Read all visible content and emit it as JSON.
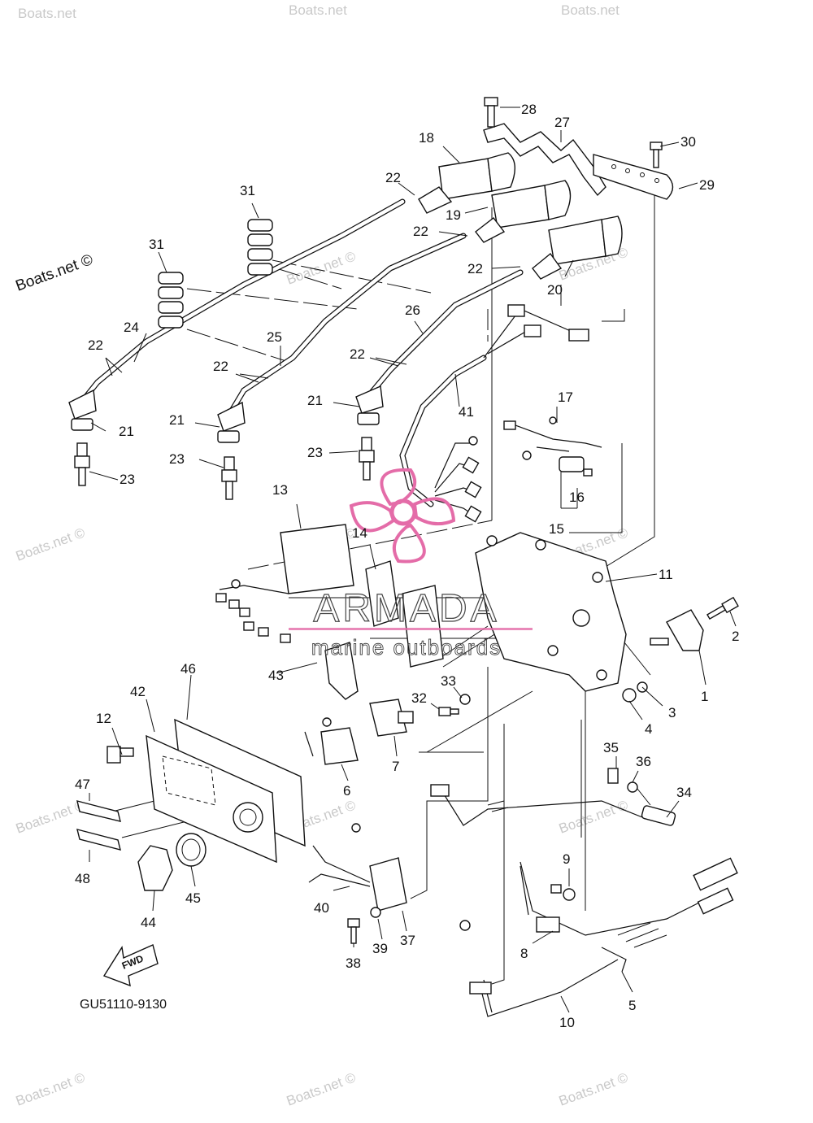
{
  "watermarks": {
    "site": "Boats.net",
    "site_copyright": "Boats.net ©",
    "brand_name": "ARMADA",
    "brand_tagline": "marine outboards"
  },
  "diagram_code": "GU51110-9130",
  "fwd_label": "FWD",
  "colors": {
    "line": "#111111",
    "brand_pink": "#e46ca8",
    "watermark_gray": "#c9c9c9"
  },
  "callouts": [
    {
      "id": "c1",
      "text": "1"
    },
    {
      "id": "c2",
      "text": "2"
    },
    {
      "id": "c3",
      "text": "3"
    },
    {
      "id": "c4",
      "text": "4"
    },
    {
      "id": "c5",
      "text": "5"
    },
    {
      "id": "c6",
      "text": "6"
    },
    {
      "id": "c7",
      "text": "7"
    },
    {
      "id": "c8",
      "text": "8"
    },
    {
      "id": "c9",
      "text": "9"
    },
    {
      "id": "c10",
      "text": "10"
    },
    {
      "id": "c11",
      "text": "11"
    },
    {
      "id": "c12",
      "text": "12"
    },
    {
      "id": "c13",
      "text": "13"
    },
    {
      "id": "c14",
      "text": "14"
    },
    {
      "id": "c15",
      "text": "15"
    },
    {
      "id": "c16",
      "text": "16"
    },
    {
      "id": "c17",
      "text": "17"
    },
    {
      "id": "c18",
      "text": "18"
    },
    {
      "id": "c19",
      "text": "19"
    },
    {
      "id": "c20",
      "text": "20"
    },
    {
      "id": "c21a",
      "text": "21"
    },
    {
      "id": "c21b",
      "text": "21"
    },
    {
      "id": "c21c",
      "text": "21"
    },
    {
      "id": "c22a",
      "text": "22"
    },
    {
      "id": "c22b",
      "text": "22"
    },
    {
      "id": "c22c",
      "text": "22"
    },
    {
      "id": "c22d",
      "text": "22"
    },
    {
      "id": "c22e",
      "text": "22"
    },
    {
      "id": "c22f",
      "text": "22"
    },
    {
      "id": "c23a",
      "text": "23"
    },
    {
      "id": "c23b",
      "text": "23"
    },
    {
      "id": "c23c",
      "text": "23"
    },
    {
      "id": "c24",
      "text": "24"
    },
    {
      "id": "c25",
      "text": "25"
    },
    {
      "id": "c26",
      "text": "26"
    },
    {
      "id": "c27",
      "text": "27"
    },
    {
      "id": "c28",
      "text": "28"
    },
    {
      "id": "c29",
      "text": "29"
    },
    {
      "id": "c30",
      "text": "30"
    },
    {
      "id": "c31a",
      "text": "31"
    },
    {
      "id": "c31b",
      "text": "31"
    },
    {
      "id": "c32",
      "text": "32"
    },
    {
      "id": "c33",
      "text": "33"
    },
    {
      "id": "c34",
      "text": "34"
    },
    {
      "id": "c35",
      "text": "35"
    },
    {
      "id": "c36",
      "text": "36"
    },
    {
      "id": "c37",
      "text": "37"
    },
    {
      "id": "c38",
      "text": "38"
    },
    {
      "id": "c39",
      "text": "39"
    },
    {
      "id": "c40",
      "text": "40"
    },
    {
      "id": "c41",
      "text": "41"
    },
    {
      "id": "c42",
      "text": "42"
    },
    {
      "id": "c43",
      "text": "43"
    },
    {
      "id": "c44",
      "text": "44"
    },
    {
      "id": "c45",
      "text": "45"
    },
    {
      "id": "c46",
      "text": "46"
    },
    {
      "id": "c47",
      "text": "47"
    },
    {
      "id": "c48",
      "text": "48"
    }
  ]
}
